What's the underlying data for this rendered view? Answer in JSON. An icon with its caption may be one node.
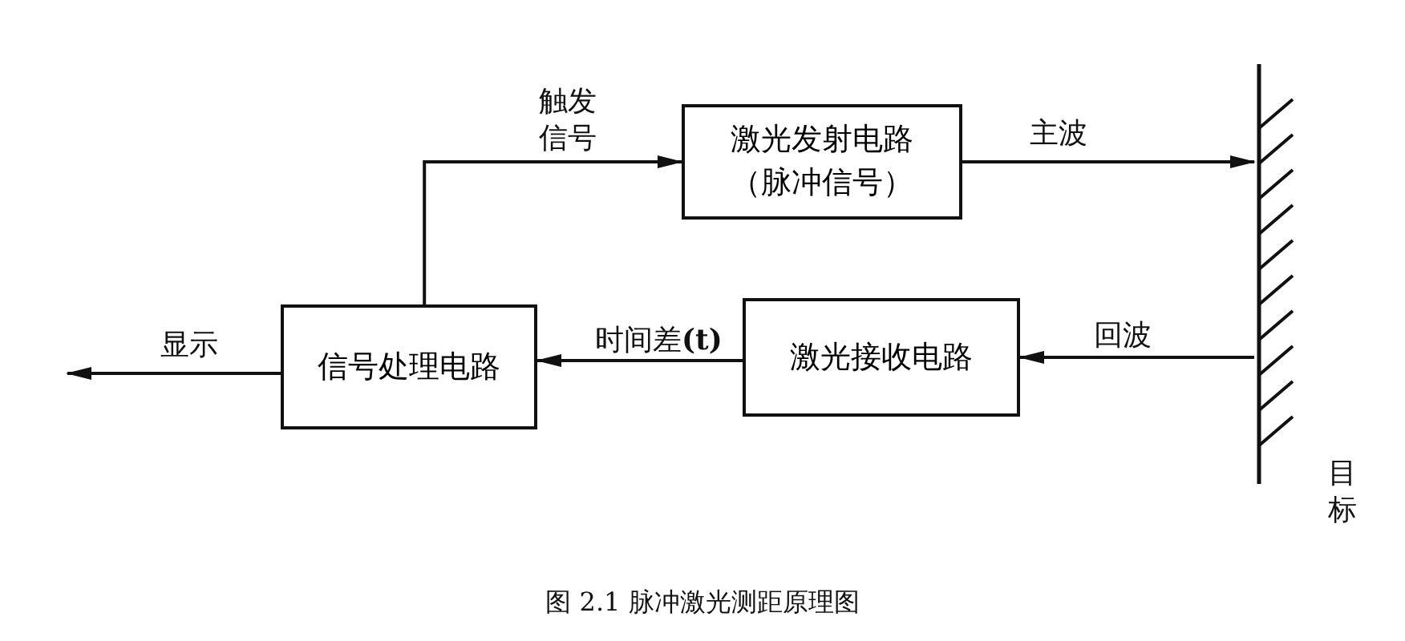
{
  "diagram": {
    "caption": "图 2.1  脉冲激光测距原理图",
    "nodes": [
      {
        "text": [
          "信号处理电路"
        ]
      },
      {
        "text": [
          "激光发射电路（脉冲信号）"
        ]
      },
      {
        "text": [
          "激光接收电路"
        ]
      },
      {
        "text": [],
        "shape": "bar",
        "beside": [
          "目标"
        ]
      }
    ],
    "edges": [
      {
        "from": 0,
        "to": 1,
        "arrow": "to",
        "label": "触发信号"
      },
      {
        "from": 1,
        "to": 3,
        "arrow": "to",
        "label": "主波"
      },
      {
        "from": 3,
        "to": 2,
        "arrow": "to",
        "label": "回波"
      },
      {
        "from": 2,
        "to": 0,
        "arrow": "to",
        "label": "时间差**(t)**"
      },
      {
        "from": 0,
        "to": null,
        "arrow": "to",
        "label": "显示"
      }
    ]
  }
}
